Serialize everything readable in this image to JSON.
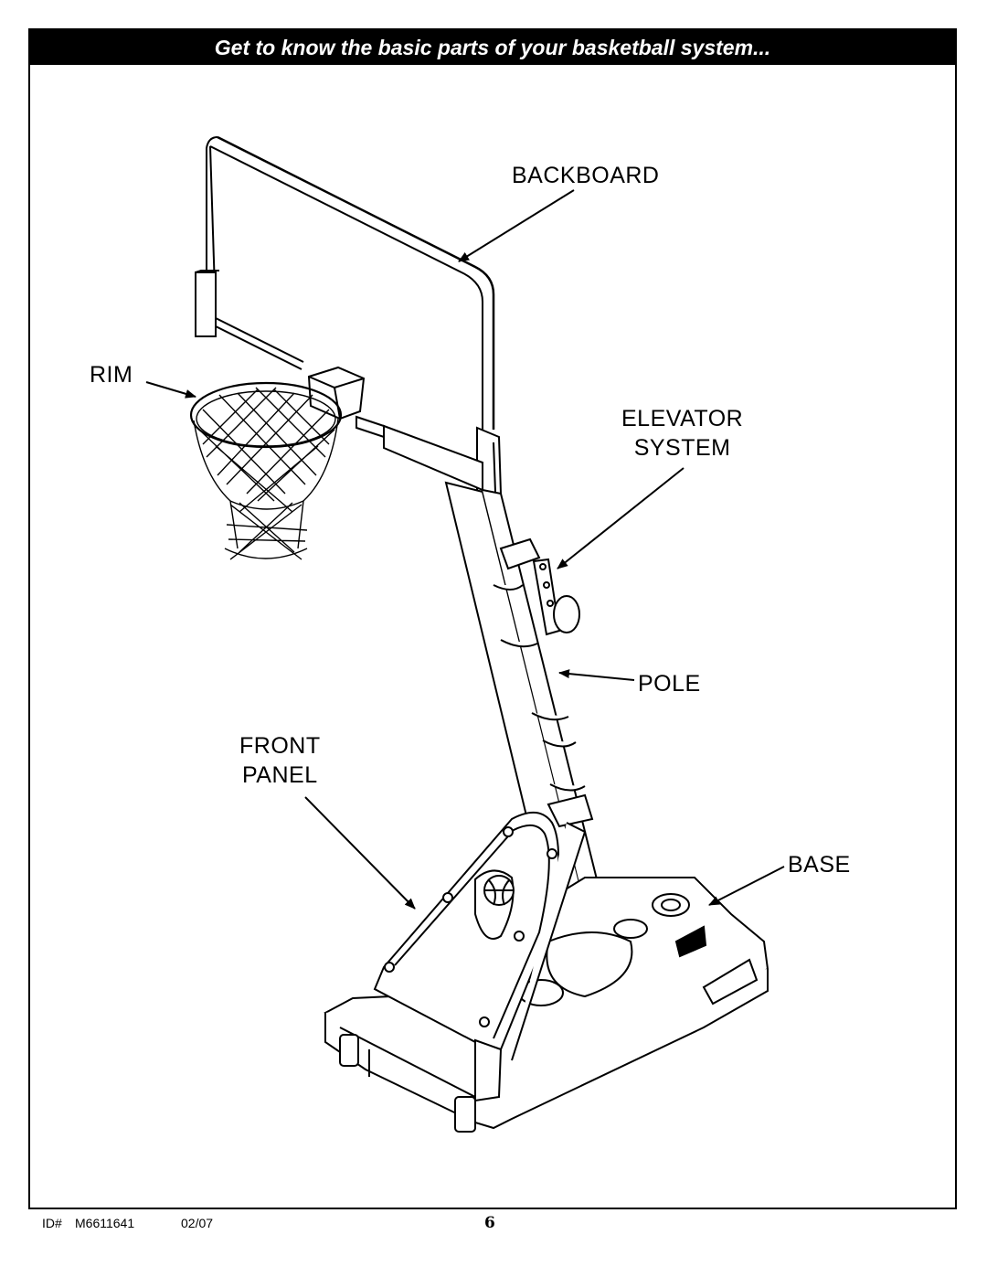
{
  "header": {
    "title": "Get to know the basic parts of your basketball system..."
  },
  "labels": {
    "backboard": "BACKBOARD",
    "rim": "RIM",
    "elevator_line1": "ELEVATOR",
    "elevator_line2": "SYSTEM",
    "pole": "POLE",
    "front_panel_line1": "FRONT",
    "front_panel_line2": "PANEL",
    "base": "BASE"
  },
  "footer": {
    "id_label": "ID#",
    "model": "M6611641",
    "date": "02/07",
    "page_number": "6"
  }
}
